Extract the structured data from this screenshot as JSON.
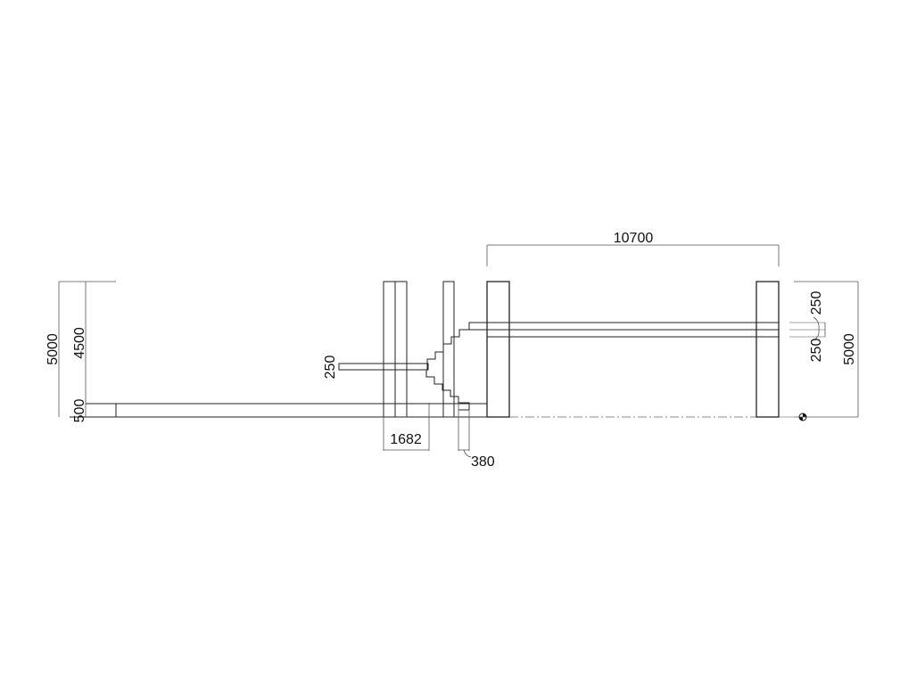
{
  "dimensions": {
    "span": "10700",
    "left_total_height": "5000",
    "left_upper_height": "4500",
    "left_base_height": "500",
    "cantilever_thickness": "250",
    "stair_width": "1682",
    "stair_offset": "380",
    "right_beam_top": "250",
    "right_beam_bottom": "250",
    "right_total_height": "5000"
  }
}
